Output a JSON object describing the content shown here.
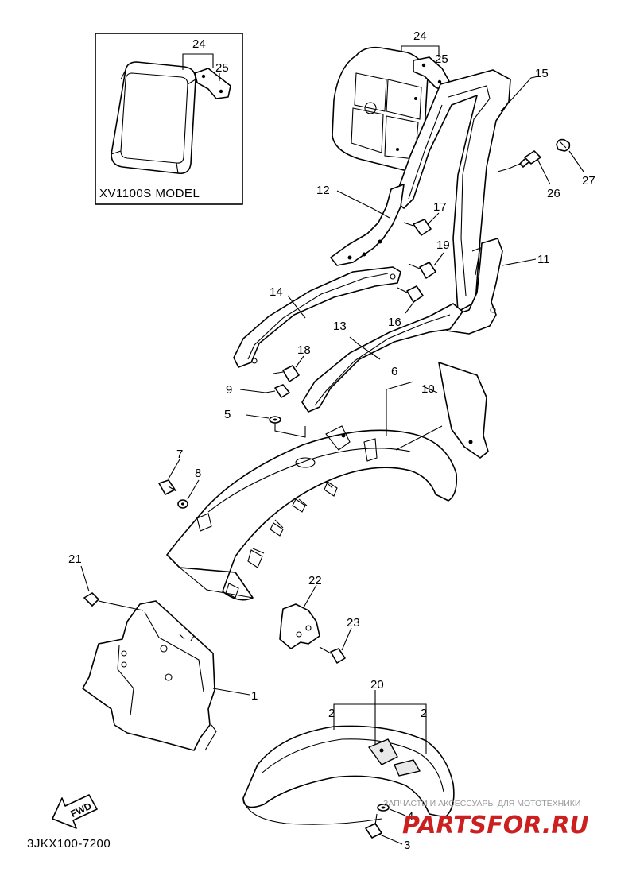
{
  "diagram": {
    "inset_caption": "XV1100S MODEL",
    "drawing_code": "3JKX100-7200",
    "direction_arrow_label": "FWD",
    "callouts": [
      {
        "id": "callout-inset-24",
        "text": "24"
      },
      {
        "id": "callout-inset-25",
        "text": "25"
      },
      {
        "id": "callout-24",
        "text": "24"
      },
      {
        "id": "callout-25",
        "text": "25"
      },
      {
        "id": "callout-15",
        "text": "15"
      },
      {
        "id": "callout-26",
        "text": "26"
      },
      {
        "id": "callout-27",
        "text": "27"
      },
      {
        "id": "callout-12",
        "text": "12"
      },
      {
        "id": "callout-17",
        "text": "17"
      },
      {
        "id": "callout-19",
        "text": "19"
      },
      {
        "id": "callout-11",
        "text": "11"
      },
      {
        "id": "callout-14",
        "text": "14"
      },
      {
        "id": "callout-16",
        "text": "16"
      },
      {
        "id": "callout-13",
        "text": "13"
      },
      {
        "id": "callout-18",
        "text": "18"
      },
      {
        "id": "callout-9",
        "text": "9"
      },
      {
        "id": "callout-5",
        "text": "5"
      },
      {
        "id": "callout-6",
        "text": "6"
      },
      {
        "id": "callout-10",
        "text": "10"
      },
      {
        "id": "callout-7",
        "text": "7"
      },
      {
        "id": "callout-8",
        "text": "8"
      },
      {
        "id": "callout-21",
        "text": "21"
      },
      {
        "id": "callout-22",
        "text": "22"
      },
      {
        "id": "callout-23",
        "text": "23"
      },
      {
        "id": "callout-20",
        "text": "20"
      },
      {
        "id": "callout-1",
        "text": "1"
      },
      {
        "id": "callout-2a",
        "text": "2"
      },
      {
        "id": "callout-2b",
        "text": "2"
      },
      {
        "id": "callout-4",
        "text": "4"
      },
      {
        "id": "callout-3",
        "text": "3"
      }
    ]
  },
  "watermark": {
    "tagline": "ЗАПЧАСТИ И АКСЕССУАРЫ ДЛЯ МОТОТЕХНИКИ",
    "logo": "PARTSFOR.RU",
    "color": "#cc1f1f"
  }
}
